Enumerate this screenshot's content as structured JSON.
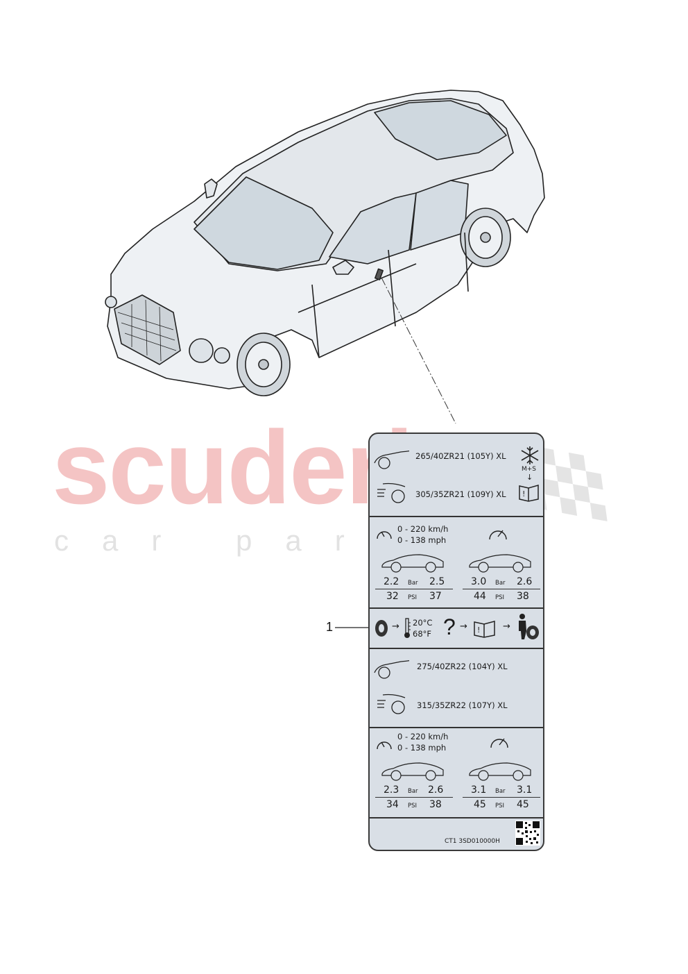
{
  "watermark": {
    "brand": "scuderia",
    "sub": "car parts"
  },
  "callout": {
    "number": "1"
  },
  "label": {
    "standard": {
      "front_tire": "265/40ZR21 (105Y) XL",
      "rear_tire": "305/35ZR21 (109Y) XL",
      "speed_kmh": "0 - 220 km/h",
      "speed_mph": "0 - 138 mph",
      "low": {
        "bar_front": "2.2",
        "bar_rear": "2.5",
        "psi_front": "32",
        "psi_rear": "37"
      },
      "high": {
        "bar_front": "3.0",
        "bar_rear": "2.6",
        "psi_front": "44",
        "psi_rear": "38"
      }
    },
    "winter_mark": "M+S",
    "temp_c": "20°C",
    "temp_f": "68°F",
    "optional": {
      "front_tire": "275/40ZR22 (104Y) XL",
      "rear_tire": "315/35ZR22 (107Y) XL",
      "speed_kmh": "0 - 220 km/h",
      "speed_mph": "0 - 138 mph",
      "low": {
        "bar_front": "2.3",
        "bar_rear": "2.6",
        "psi_front": "34",
        "psi_rear": "38"
      },
      "high": {
        "bar_front": "3.1",
        "bar_rear": "3.1",
        "psi_front": "45",
        "psi_rear": "45"
      }
    },
    "unit_bar": "Bar",
    "unit_psi": "PSI",
    "footer_code": "CT1  3SD010000H"
  },
  "icons": [
    "snowflake-icon",
    "manual-book-icon",
    "speedometer-icon",
    "car-silhouette-icon",
    "tire-icon",
    "thermometer-icon",
    "question-icon",
    "mechanic-icon",
    "qr-code-icon"
  ]
}
